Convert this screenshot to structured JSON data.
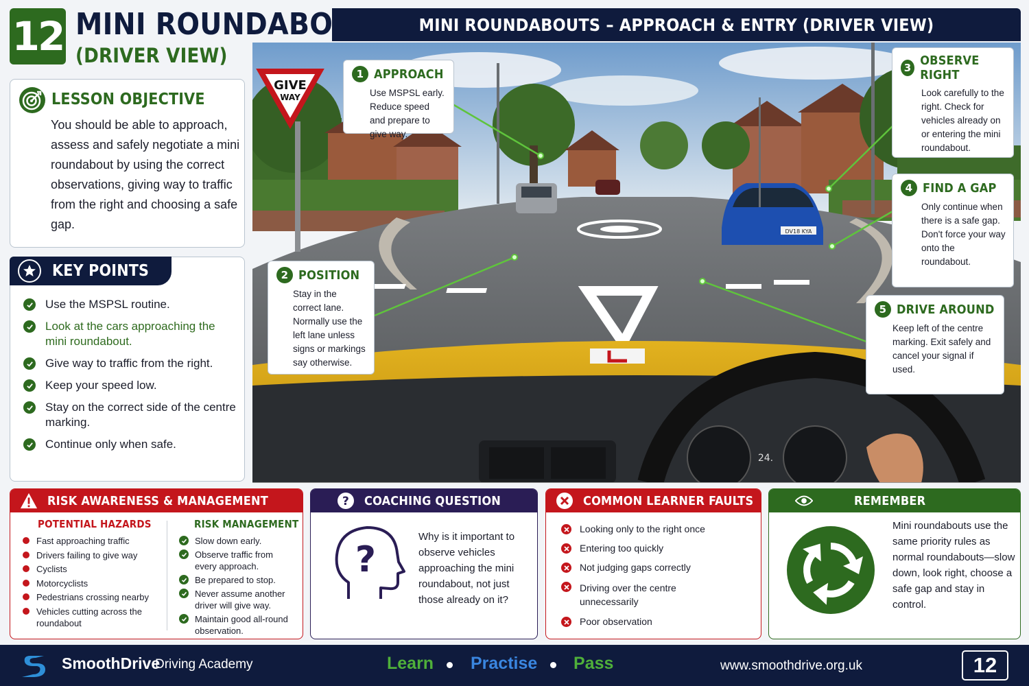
{
  "header": {
    "lesson_number": "12",
    "title": "MINI ROUNDABOUTS",
    "subtitle": "(DRIVER VIEW)",
    "banner": "MINI ROUNDABOUTS – APPROACH & ENTRY (DRIVER VIEW)"
  },
  "objective": {
    "title": "LESSON OBJECTIVE",
    "text": "You should be able to approach, assess and safely negotiate a mini roundabout by using the correct observations, giving way to traffic from the right and choosing a safe gap."
  },
  "key_points": {
    "title": "KEY POINTS",
    "items": [
      "Use the MSPSL routine.",
      "Look at the cars approaching the mini roundabout.",
      "Give way to traffic from the right.",
      "Keep your speed low.",
      "Stay on the correct side of the centre marking.",
      "Continue only when safe."
    ]
  },
  "scene": {
    "sign_give": "GIVE",
    "sign_way": "WAY",
    "plate_front": "",
    "plate_blue": "DV18 KYA"
  },
  "callouts": [
    {
      "num": "1",
      "title": "APPROACH",
      "text": "Use MSPSL early. Reduce speed and prepare to give way."
    },
    {
      "num": "2",
      "title": "POSITION",
      "text": "Stay in the correct lane. Normally use the left lane unless signs or markings say otherwise."
    },
    {
      "num": "3",
      "title": "OBSERVE RIGHT",
      "text": "Look carefully to the right. Check for vehicles already on or entering the mini roundabout."
    },
    {
      "num": "4",
      "title": "FIND A GAP",
      "text": "Only continue when there is a safe gap. Don't force your way onto the roundabout."
    },
    {
      "num": "5",
      "title": "DRIVE AROUND",
      "text": "Keep left of the centre marking. Exit safely and cancel your signal if used."
    }
  ],
  "risk": {
    "title": "RISK AWARENESS & MANAGEMENT",
    "hazards_title": "POTENTIAL HAZARDS",
    "hazards": [
      "Fast approaching traffic",
      "Drivers failing to give way",
      "Cyclists",
      "Motorcyclists",
      "Pedestrians crossing nearby",
      "Vehicles cutting across the roundabout"
    ],
    "management_title": "RISK MANAGEMENT",
    "management": [
      "Slow down early.",
      "Observe traffic from every approach.",
      "Be prepared to stop.",
      "Never assume another driver will give way.",
      "Maintain good all-round observation."
    ]
  },
  "coaching": {
    "title": "COACHING QUESTION",
    "question": "Why is it important to observe vehicles approaching the mini roundabout, not just those already on it?"
  },
  "faults": {
    "title": "COMMON LEARNER FAULTS",
    "items": [
      "Looking only to the right once",
      "Entering too quickly",
      "Not judging gaps correctly",
      "Driving over the centre unnecessarily",
      "Poor observation"
    ]
  },
  "remember": {
    "title": "REMEMBER",
    "text": "Mini roundabouts use the same priority rules as normal roundabouts—slow down, look right, choose a safe gap and stay in control."
  },
  "footer": {
    "brand": "SmoothDrive",
    "brand_sub": "Driving Academy",
    "learn": "Learn",
    "practise": "Practise",
    "pass": "Pass",
    "url": "www.smoothdrive.org.uk",
    "page": "12"
  },
  "colors": {
    "navy": "#0f1b3d",
    "green": "#2d6a1f",
    "red": "#c4161c",
    "purple": "#2a1d55",
    "blue": "#1f5fb8"
  }
}
